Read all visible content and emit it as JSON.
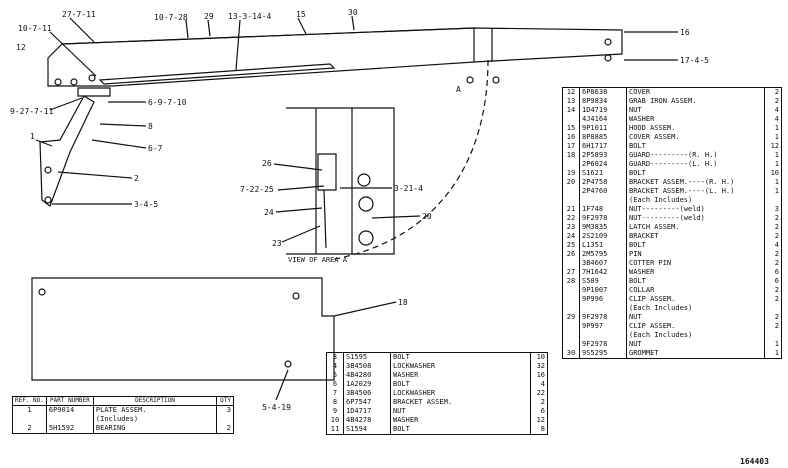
{
  "figure_number": "164403",
  "view_label": "VIEW OF AREA A",
  "area_marker": "A",
  "callouts": {
    "c27_7_11": "27-7-11",
    "c10_7_11": "10-7-11",
    "c12": "12",
    "c10_7_28": "10-7-28",
    "c29": "29",
    "c13_3_14_4": "13-3-14-4",
    "c15": "15",
    "c30": "30",
    "c16": "16",
    "c17_4_5": "17-4-5",
    "c9_27_7_11": "9-27-7-11",
    "c6_9_7_10": "6-9-7-10",
    "c8": "8",
    "c1": "1",
    "c6_7": "6-7",
    "c2": "2",
    "c3_4_5": "3-4-5",
    "c26": "26",
    "c7_22_25": "7-22-25",
    "c3_21_4": "3-21-4",
    "c24": "24",
    "c20": "20",
    "c23": "23",
    "c18": "18",
    "c5_4_19": "5-4-19"
  },
  "left_table": {
    "headers": {
      "ref": "REF. NO.",
      "part": "PART NUMBER",
      "description": "DESCRIPTION",
      "qty": "QTY"
    },
    "rows": [
      {
        "ref": "1",
        "part": "6P9014",
        "desc": "PLATE ASSEM.",
        "qty": "3"
      },
      {
        "ref": "",
        "part": "",
        "desc": "(Includes)",
        "qty": ""
      },
      {
        "ref": "2",
        "part": "5H1592",
        "desc": "BEARING",
        "qty": "2"
      }
    ]
  },
  "middle_table": {
    "rows": [
      {
        "ref": "3",
        "part": "S1595",
        "desc": "BOLT",
        "qty": "10"
      },
      {
        "ref": "4",
        "part": "3B4508",
        "desc": "LOCKWASHER",
        "qty": "32"
      },
      {
        "ref": "5",
        "part": "4B4280",
        "desc": "WASHER",
        "qty": "16"
      },
      {
        "ref": "6",
        "part": "1A2029",
        "desc": "BOLT",
        "qty": "4"
      },
      {
        "ref": "7",
        "part": "3B4506",
        "desc": "LOCKWASHER",
        "qty": "22"
      },
      {
        "ref": "8",
        "part": "6P7547",
        "desc": "BRACKET ASSEM.",
        "qty": "2"
      },
      {
        "ref": "9",
        "part": "1D4717",
        "desc": "NUT",
        "qty": "6"
      },
      {
        "ref": "10",
        "part": "4B4278",
        "desc": "WASHER",
        "qty": "12"
      },
      {
        "ref": "11",
        "part": "S1594",
        "desc": "BOLT",
        "qty": "8"
      }
    ]
  },
  "right_table": {
    "rows": [
      {
        "ref": "12",
        "part": "6P8638",
        "desc": "COVER",
        "qty": "2"
      },
      {
        "ref": "13",
        "part": "8P9834",
        "desc": "GRAB IRON ASSEM.",
        "qty": "2"
      },
      {
        "ref": "14",
        "part": "1D4719",
        "desc": "NUT",
        "qty": "4"
      },
      {
        "ref": "",
        "part": "4J4164",
        "desc": "WASHER",
        "qty": "4"
      },
      {
        "ref": "15",
        "part": "9P1011",
        "desc": "HOOD ASSEM.",
        "qty": "1"
      },
      {
        "ref": "16",
        "part": "8P8885",
        "desc": "COVER ASSEM.",
        "qty": "1"
      },
      {
        "ref": "17",
        "part": "6H1717",
        "desc": "BOLT",
        "qty": "12"
      },
      {
        "ref": "18",
        "part": "2P5893",
        "desc": "GUARD---------(R. H.)",
        "qty": "1"
      },
      {
        "ref": "",
        "part": "2P6024",
        "desc": "GUARD---------(L. H.)",
        "qty": "1"
      },
      {
        "ref": "19",
        "part": "S1621",
        "desc": "BOLT",
        "qty": "10"
      },
      {
        "ref": "20",
        "part": "2P4758",
        "desc": "BRACKET ASSEM.----(R. H.)",
        "qty": "1"
      },
      {
        "ref": "",
        "part": "2P4760",
        "desc": "BRACKET ASSEM.----(L. H.)",
        "qty": "1"
      },
      {
        "ref": "",
        "part": "",
        "desc": "(Each Includes)",
        "qty": ""
      },
      {
        "ref": "21",
        "part": "1F748",
        "desc": "NUT---------(weld)",
        "qty": "3"
      },
      {
        "ref": "22",
        "part": "9F2978",
        "desc": "NUT---------(weld)",
        "qty": "2"
      },
      {
        "ref": "23",
        "part": "9M3835",
        "desc": "LATCH ASSEM.",
        "qty": "2"
      },
      {
        "ref": "24",
        "part": "2S2109",
        "desc": "BRACKET",
        "qty": "2"
      },
      {
        "ref": "25",
        "part": "L1351",
        "desc": "BOLT",
        "qty": "4"
      },
      {
        "ref": "26",
        "part": "2M5795",
        "desc": "PIN",
        "qty": "2"
      },
      {
        "ref": "",
        "part": "3B4607",
        "desc": "COTTER PIN",
        "qty": "2"
      },
      {
        "ref": "27",
        "part": "7H1642",
        "desc": "WASHER",
        "qty": "6"
      },
      {
        "ref": "28",
        "part": "S509",
        "desc": "BOLT",
        "qty": "6"
      },
      {
        "ref": "",
        "part": "9P1007",
        "desc": "COLLAR",
        "qty": "2"
      },
      {
        "ref": "",
        "part": "9P996",
        "desc": "CLIP ASSEM.",
        "qty": "2"
      },
      {
        "ref": "",
        "part": "",
        "desc": "(Each Includes)",
        "qty": ""
      },
      {
        "ref": "29",
        "part": "9F2978",
        "desc": "NUT",
        "qty": "2"
      },
      {
        "ref": "",
        "part": "9P997",
        "desc": "CLIP ASSEM.",
        "qty": "2"
      },
      {
        "ref": "",
        "part": "",
        "desc": "(Each Includes)",
        "qty": ""
      },
      {
        "ref": "",
        "part": "9F2978",
        "desc": "NUT",
        "qty": "1"
      },
      {
        "ref": "30",
        "part": "9S5295",
        "desc": "GROMMET",
        "qty": "1"
      }
    ]
  }
}
